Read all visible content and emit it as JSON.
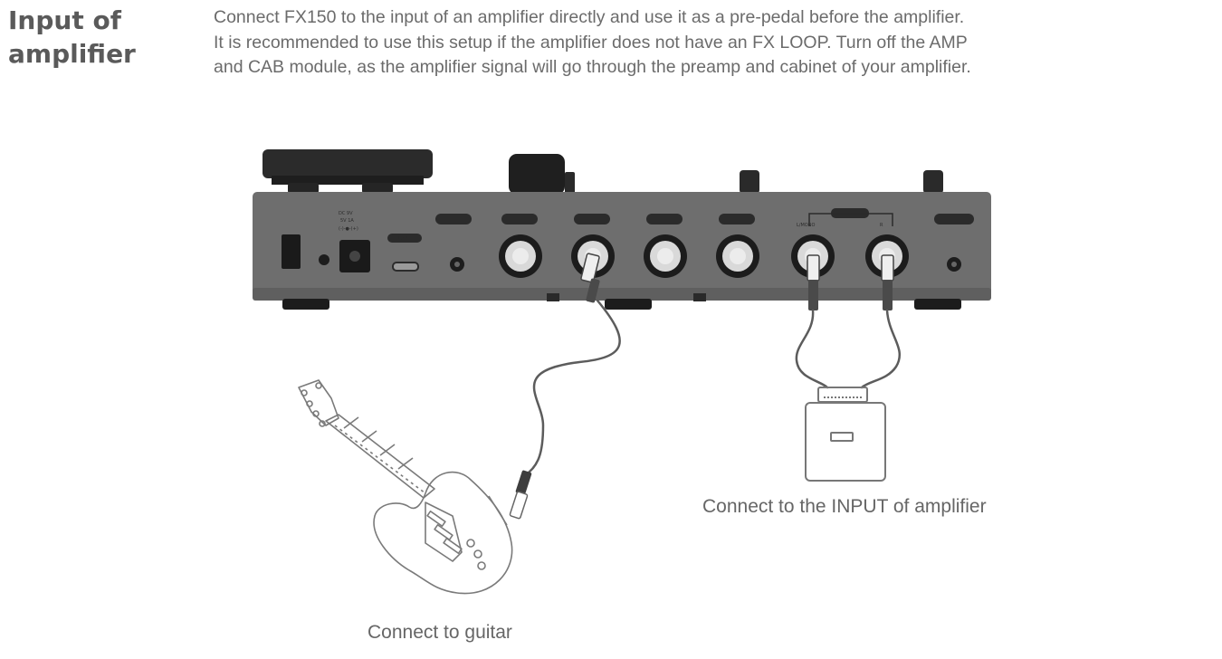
{
  "section": {
    "title_line1": "Input of",
    "title_line2": "amplifier"
  },
  "description": {
    "line1": "Connect FX150 to the input of an amplifier directly and use it as a pre-pedal before the amplifier.",
    "line2": "It is recommended to use this setup if the amplifier does not have an FX LOOP. Turn off the AMP",
    "line3": "and CAB module, as the amplifier signal will go through the preamp and cabinet of your amplifier."
  },
  "captions": {
    "amplifier": "Connect to the INPUT of amplifier",
    "guitar": "Connect to guitar"
  },
  "colors": {
    "device_body": "#6e6e6e",
    "device_dark": "#2a2a2a",
    "cable": "#5c5c5c",
    "line_art": "#777777",
    "text": "#6b6b6b"
  }
}
